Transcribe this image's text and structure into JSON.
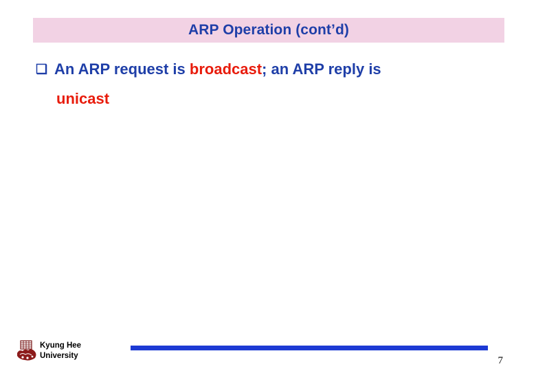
{
  "slide": {
    "title": "ARP Operation (cont’d)",
    "bullet": {
      "marker": "❑",
      "line1_part1": "An ARP request is ",
      "line1_highlight": "broadcast",
      "line1_part2": "; an ARP reply is",
      "line2": "unicast"
    },
    "footer": {
      "org_line1": "Kyung Hee",
      "org_line2": "University",
      "page_number": "7"
    },
    "colors": {
      "title_bg": "#f2d2e4",
      "title_text": "#1f3fa8",
      "body_text": "#1f3fa8",
      "highlight_text": "#e81c0c",
      "rule": "#1c3ad4"
    }
  }
}
